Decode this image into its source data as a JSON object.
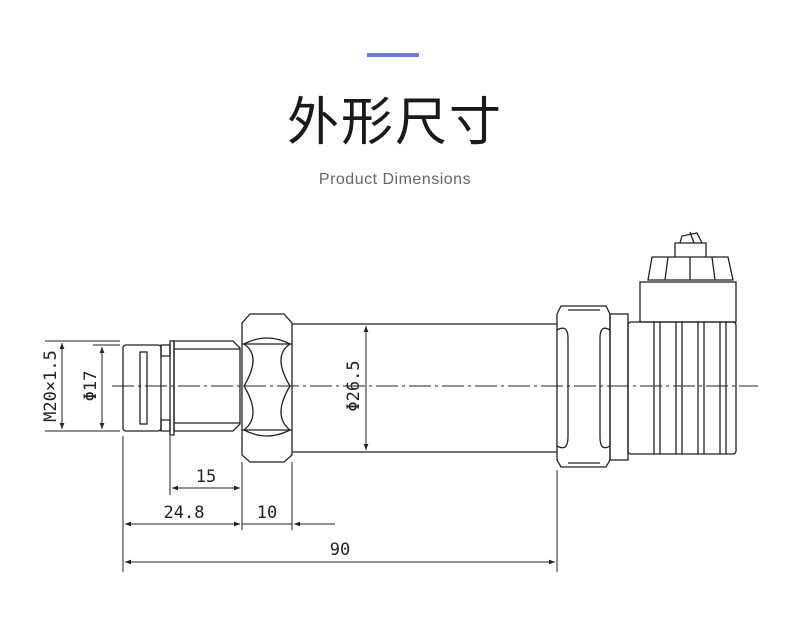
{
  "header": {
    "title": "外形尺寸",
    "subtitle": "Product Dimensions",
    "accent_color": "#6b7ce0"
  },
  "drawing": {
    "dimensions": {
      "thread": "M20×1.5",
      "inner_diameter": "Φ17",
      "body_diameter": "Φ26.5",
      "thread_length": "15",
      "port_length": "24.8",
      "hex_length": "10",
      "total_length": "90"
    }
  }
}
